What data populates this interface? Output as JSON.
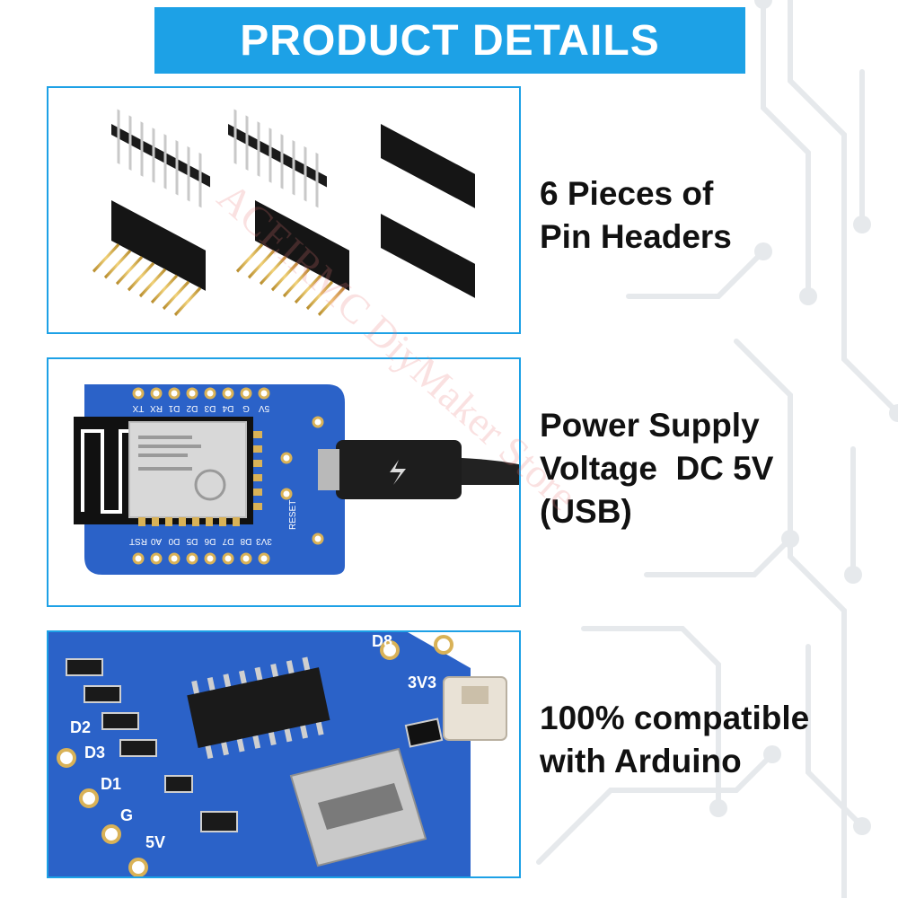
{
  "banner": {
    "title": "PRODUCT DETAILS"
  },
  "sections": [
    {
      "lines": [
        "6 Pieces of",
        "Pin Headers"
      ]
    },
    {
      "lines": [
        "Power Supply",
        "Voltage  DC 5V",
        "(USB)"
      ]
    },
    {
      "lines": [
        "100% compatible",
        "with Arduino"
      ]
    }
  ],
  "board_top_labels": [
    "5V",
    "G",
    "D4",
    "D3",
    "D2",
    "D1",
    "RX",
    "TX"
  ],
  "board_bottom_labels": [
    "3V3",
    "D8",
    "D7",
    "D6",
    "D5",
    "D0",
    "A0",
    "RST"
  ],
  "board_reset_label": "RESET",
  "closeup_labels": [
    "D2",
    "D3",
    "D1",
    "G",
    "5V",
    "D8",
    "3V3"
  ],
  "watermark": "ACEIRMC DiyMaker Store",
  "colors": {
    "accent": "#1da1e6",
    "pcb": "#2b62c8",
    "text": "#111111"
  }
}
